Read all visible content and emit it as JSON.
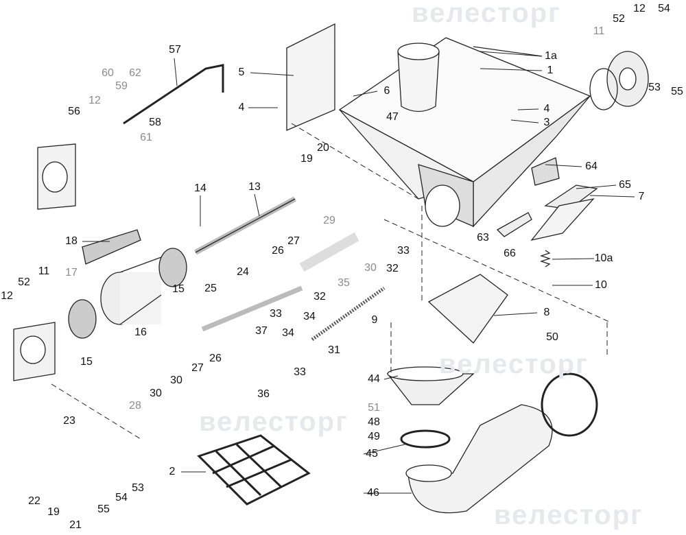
{
  "watermark": "велесторг",
  "labels": [
    "57",
    "5",
    "60",
    "62",
    "59",
    "12",
    "56",
    "58",
    "61",
    "4",
    "6",
    "1a",
    "1",
    "4",
    "3",
    "47",
    "20",
    "19",
    "64",
    "65",
    "7",
    "14",
    "13",
    "29",
    "27",
    "26",
    "33",
    "32",
    "30",
    "10a",
    "18",
    "17",
    "63",
    "66",
    "35",
    "32",
    "10",
    "25",
    "24",
    "15",
    "12",
    "52",
    "11",
    "16",
    "8",
    "9",
    "33",
    "34",
    "37",
    "34",
    "31",
    "33",
    "26",
    "27",
    "15",
    "30",
    "28",
    "30",
    "36",
    "44",
    "50",
    "51",
    "48",
    "49",
    "45",
    "23",
    "2",
    "46",
    "22",
    "19",
    "55",
    "54",
    "53",
    "21",
    "11",
    "52",
    "12",
    "54",
    "53",
    "55"
  ]
}
